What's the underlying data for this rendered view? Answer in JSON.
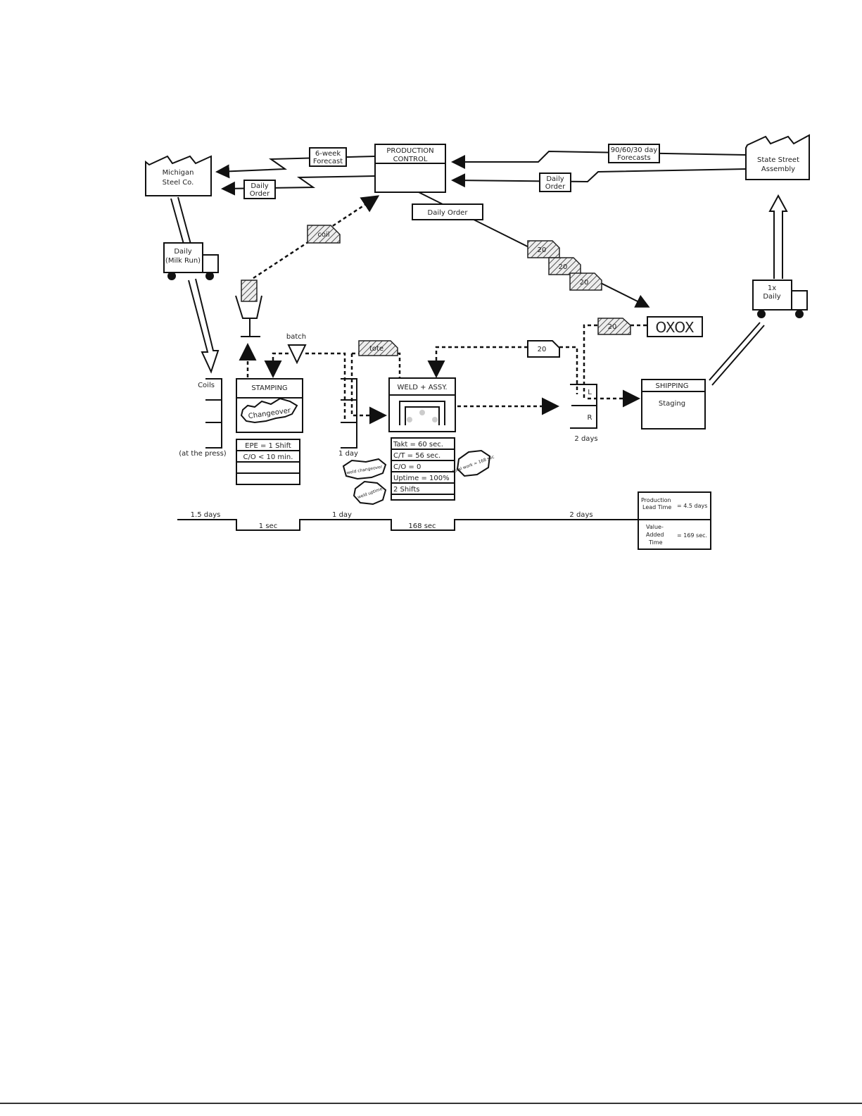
{
  "nodes": {
    "supplier": [
      "Michigan",
      "Steel Co."
    ],
    "customer": [
      "State Street",
      "Assembly"
    ],
    "production_control": [
      "PRODUCTION",
      "CONTROL"
    ],
    "stamping": {
      "title": "STAMPING",
      "burst": "Changeover",
      "data": [
        "EPE = 1 Shift",
        "C/O < 10 min."
      ]
    },
    "weld": {
      "title": "WELD + ASSY.",
      "data": [
        "Takt = 60 sec.",
        "C/T = 56 sec.",
        "C/O = 0",
        "Uptime = 100%",
        "2 Shifts"
      ]
    },
    "shipping": {
      "title": "SHIPPING",
      "sub": "Staging"
    }
  },
  "info_flows": {
    "forecast_to_supplier": [
      "6-week",
      "Forecast"
    ],
    "order_to_supplier": [
      "Daily",
      "Order"
    ],
    "forecast_from_customer": [
      "90/60/30 day",
      "Forecasts"
    ],
    "order_from_customer": [
      "Daily",
      "Order"
    ],
    "daily_order_box": "Daily Order"
  },
  "kanban": {
    "coil": "coil",
    "tote": "tote",
    "withdrawal": "20",
    "production": [
      "20",
      "20",
      "20",
      "20"
    ],
    "load_leveling": "OXOX"
  },
  "trucks": {
    "inbound": [
      "Daily",
      "(Milk Run)"
    ],
    "outbound": [
      "1x",
      "Daily"
    ]
  },
  "inventory": {
    "coils_label": "Coils",
    "coils_note": "(at the press)",
    "batch": "batch",
    "weld_buffer": "1 day",
    "supermarket_L": "L",
    "supermarket_R": "R",
    "finished": "2 days"
  },
  "kaizen": [
    "weld changeover",
    "weld uptime",
    "total work = 168 sec"
  ],
  "timeline": {
    "waits": [
      "1.5 days",
      "1 day",
      "2 days"
    ],
    "process": [
      "1 sec",
      "168 sec"
    ]
  },
  "summary": {
    "lead_time_label": [
      "Production",
      "Lead Time"
    ],
    "lead_time_value": "= 4.5 days",
    "va_label": [
      "Value-",
      "Added",
      "Time"
    ],
    "va_value": "= 169 sec."
  }
}
